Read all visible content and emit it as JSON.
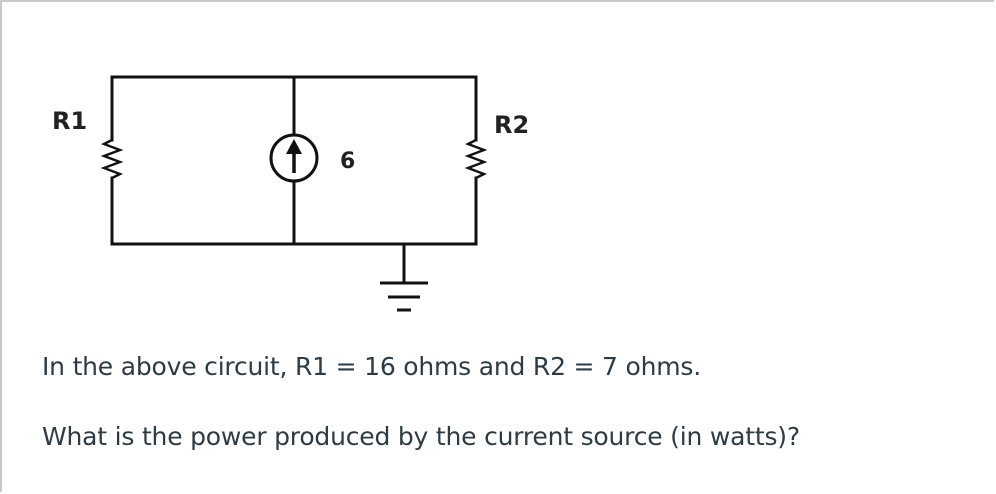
{
  "circuit": {
    "r1_label": "R1",
    "r2_label": "R2",
    "source_value": "6"
  },
  "question": {
    "line1": "In the above circuit,  R1 = 16 ohms  and  R2 = 7 ohms.",
    "line2": "What is the power produced by the current source (in watts)?"
  }
}
